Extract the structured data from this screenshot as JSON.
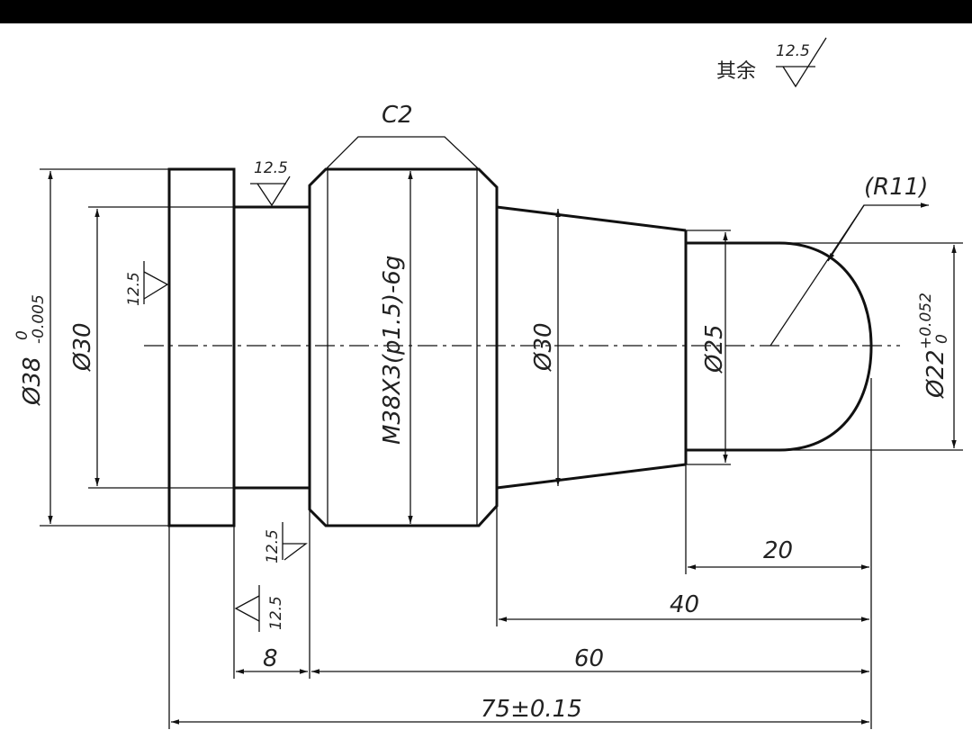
{
  "notes": {
    "remaining_label": "其余",
    "roughness_value": "12.5"
  },
  "chamfer": "C2",
  "radius": "(R11)",
  "diameters": {
    "flange": "Ø38",
    "flange_tol_upper": "0",
    "flange_tol_lower": "-0.005",
    "neck": "Ø30",
    "thread": "M38X3(p1.5)-6g",
    "cone_large": "Ø30",
    "small": "Ø25",
    "tip": "Ø22",
    "tip_tol_upper": "+0.052",
    "tip_tol_lower": "0"
  },
  "lengths": {
    "l20": "20",
    "l40": "40",
    "l60": "60",
    "l8": "8",
    "total": "75±0.15"
  },
  "roughness_marks": [
    "12.5",
    "12.5",
    "12.5",
    "12.5"
  ]
}
